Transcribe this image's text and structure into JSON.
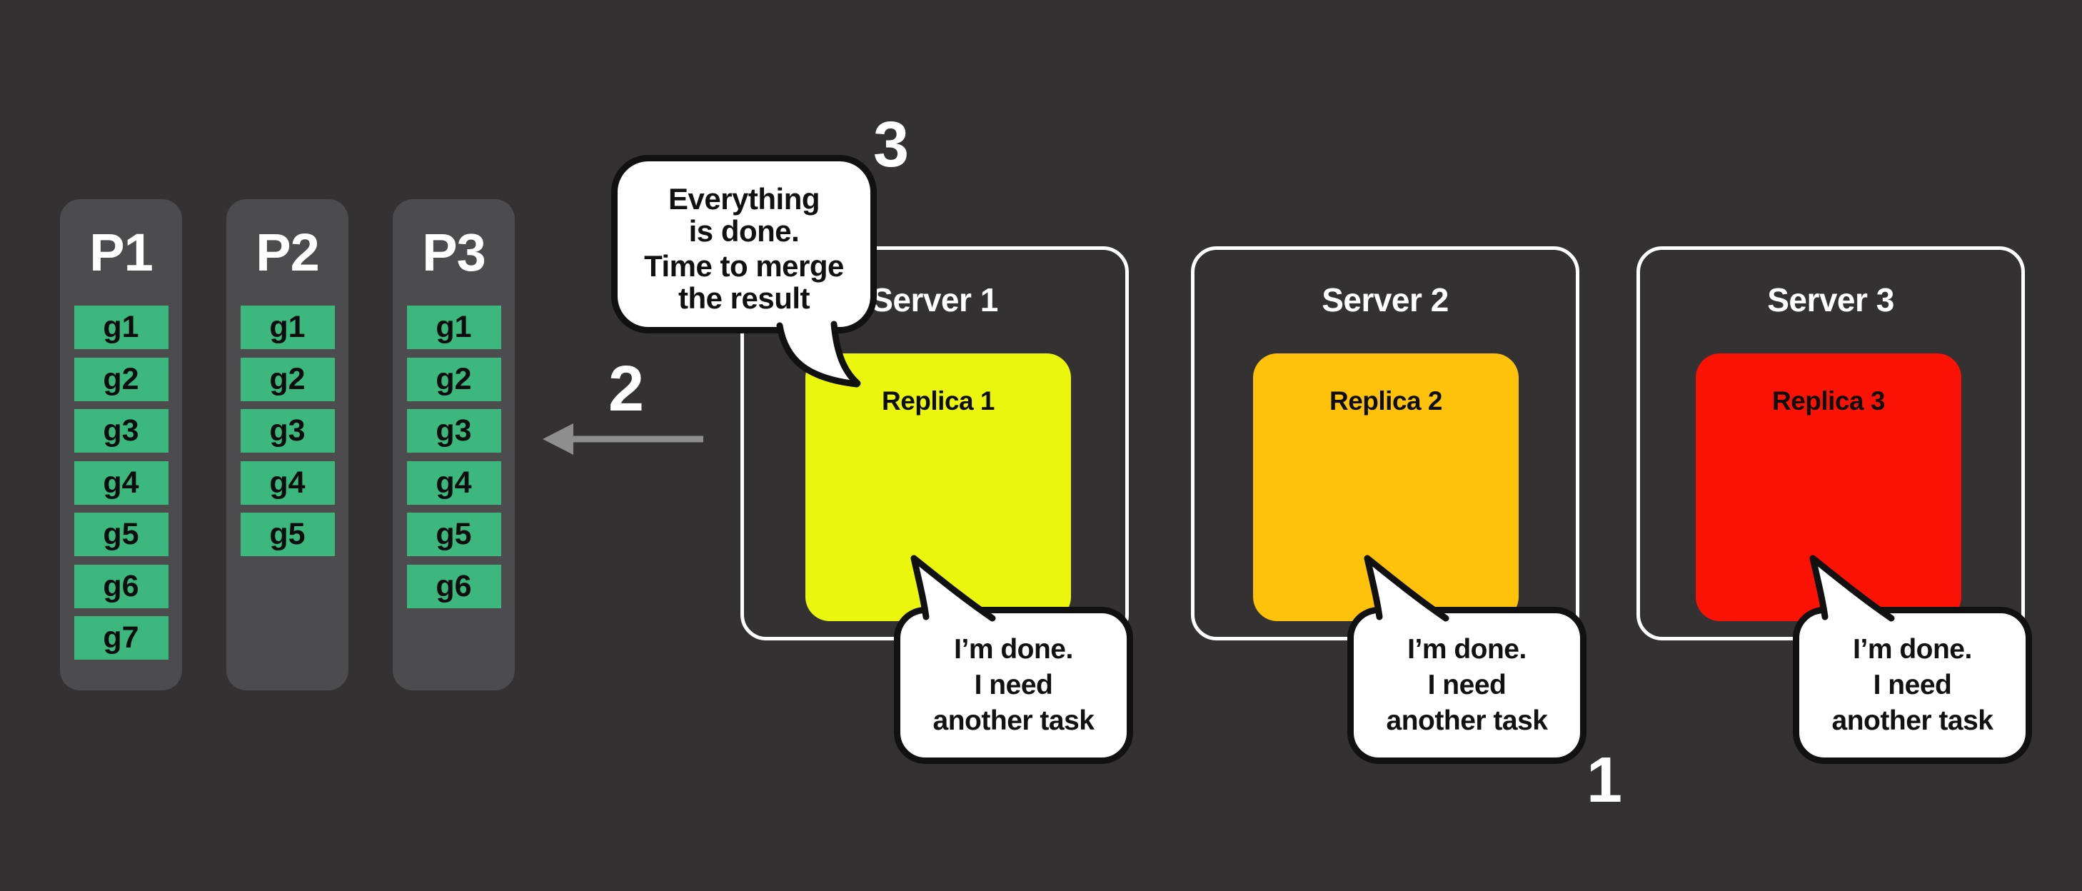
{
  "partitions": [
    {
      "label": "P1",
      "chips": [
        "g1",
        "g2",
        "g3",
        "g4",
        "g5",
        "g6",
        "g7"
      ]
    },
    {
      "label": "P2",
      "chips": [
        "g1",
        "g2",
        "g3",
        "g4",
        "g5"
      ]
    },
    {
      "label": "P3",
      "chips": [
        "g1",
        "g2",
        "g3",
        "g4",
        "g5",
        "g6"
      ]
    }
  ],
  "servers": [
    {
      "label": "Server 1",
      "replica": {
        "label": "Replica 1",
        "color": "#eaf70c"
      }
    },
    {
      "label": "Server 2",
      "replica": {
        "label": "Replica 2",
        "color": "#fec20b"
      }
    },
    {
      "label": "Server 3",
      "replica": {
        "label": "Replica 3",
        "color": "#fa1205"
      }
    }
  ],
  "merge_bubble": {
    "line1": "Everything",
    "line2": "is done.",
    "line3": "Time to merge",
    "line4": "the result"
  },
  "done_bubble": {
    "line1": "I’m done.",
    "line2": "I need",
    "line3": "another task"
  },
  "steps": {
    "one": "1",
    "two": "2",
    "three": "3"
  },
  "colors": {
    "background": "#333132",
    "column_panel": "#4c4c4e",
    "chip_green": "#3cb77d",
    "replica_yellow": "#eaf70c",
    "replica_orange": "#fec20b",
    "replica_red": "#fa1205",
    "bubble_fill": "#ffffff",
    "bubble_border": "#111111",
    "arrow_gray": "#8e8e8e",
    "text_light": "#ffffff",
    "text_dark": "#0d0d0d"
  }
}
